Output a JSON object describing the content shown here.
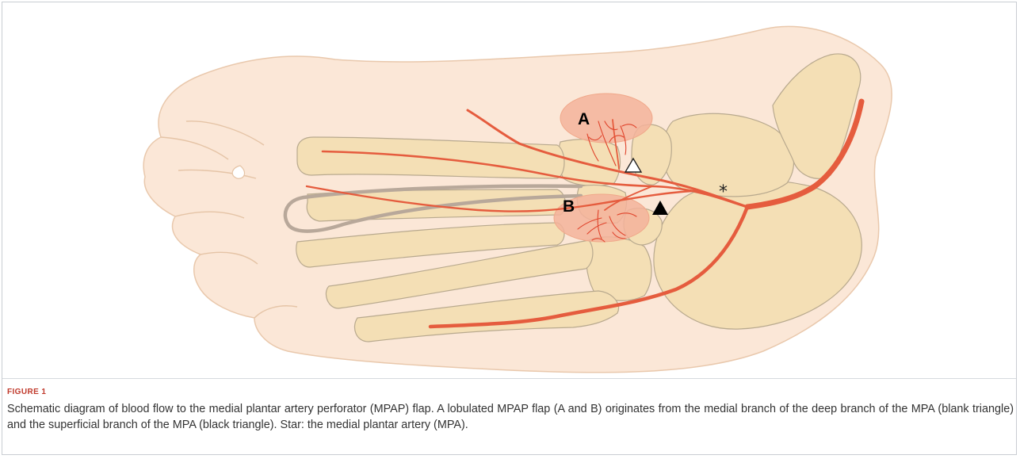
{
  "figure": {
    "label": "FIGURE 1",
    "caption": "Schematic diagram of blood flow to the medial plantar artery perforator (MPAP) flap. A lobulated MPAP flap (A and B) originates from the medial branch of the deep branch of the MPA (blank triangle) and the superficial branch of the MPA (black triangle). Star: the medial plantar artery (MPA)."
  },
  "diagram": {
    "flap_labels": {
      "a": "A",
      "b": "B"
    },
    "star_symbol": "*",
    "colors": {
      "skin": "#fbe7d7",
      "skin_outline": "#e9c8ac",
      "bone": "#f4dfb5",
      "artery": "#e55c3e",
      "flap": "#f3b39b",
      "tendon": "#b8a89a"
    }
  }
}
